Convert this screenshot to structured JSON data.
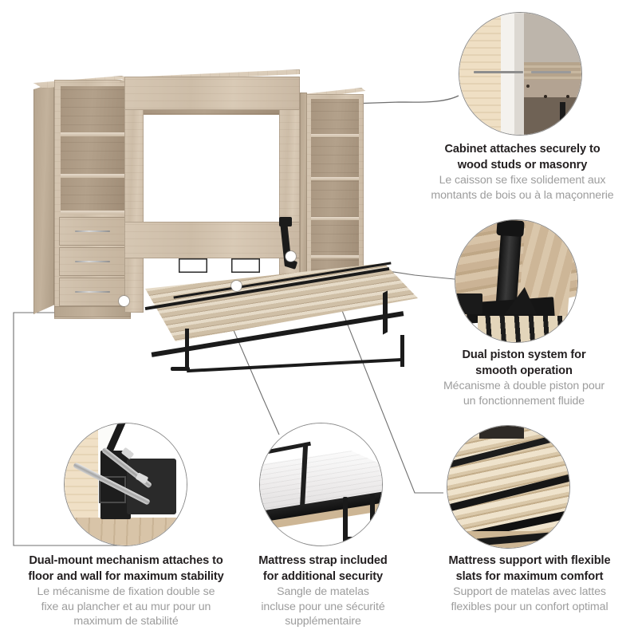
{
  "page": {
    "type": "product-feature-infographic",
    "product": "Murphy bed wall unit with storage cabinets",
    "background_color": "#ffffff",
    "text_color_en": "#231f20",
    "text_color_fr": "#9d9d9d",
    "wood_finish_color": "#cdbda8",
    "metal_color": "#1b1b1b"
  },
  "features": [
    {
      "id": "cabinet-mounting",
      "en_line1": "Cabinet attaches securely to",
      "en_line2": "wood studs or masonry",
      "fr_line1": "Le caisson se fixe solidement aux",
      "fr_line2": "montants de bois ou à la maçonnerie",
      "photo_alt": "Cut-away of cabinet panel screwed into wall stud",
      "connector": "arrow"
    },
    {
      "id": "dual-piston",
      "en_line1": "Dual piston system for",
      "en_line2": "smooth operation",
      "fr_line1": "Mécanisme à double piston pour",
      "fr_line2": "un fonctionnement fluide",
      "photo_alt": "Black piston arm mounted against wood panel",
      "connector": "line"
    },
    {
      "id": "dual-mount",
      "en_line1": "Dual-mount mechanism attaches to",
      "en_line2": "floor and wall for maximum stability",
      "fr_line1": "Le mécanisme de fixation double se",
      "fr_line2": "fixe au plancher et au mur pour un",
      "fr_line3": "maximum de stabilité",
      "photo_alt": "Two lag screws anchoring black bracket to floor and wall",
      "connector": "elbow-arrow"
    },
    {
      "id": "mattress-strap",
      "en_line1": "Mattress strap included",
      "en_line2": "for additional security",
      "fr_line1": "Sangle de matelas",
      "fr_line2": "incluse pour une sécurité",
      "fr_line3": "supplémentaire",
      "photo_alt": "White mattress held by black strap on bed frame",
      "connector": "line"
    },
    {
      "id": "flexible-slats",
      "en_line1": "Mattress support with flexible",
      "en_line2": "slats for maximum comfort",
      "fr_line1": "Support de matelas avec lattes",
      "fr_line2": "flexibles pour un confort optimal",
      "photo_alt": "Wooden slats resting on black metal bed frame",
      "connector": "line"
    }
  ],
  "product_image": {
    "alt": "Queen Murphy bed open with left drawer cabinet and right bookcase",
    "parts": [
      "left-storage-cabinet",
      "murphy-bed-cabinet",
      "right-bookcase",
      "bed-platform-with-slats",
      "support-leg"
    ]
  }
}
